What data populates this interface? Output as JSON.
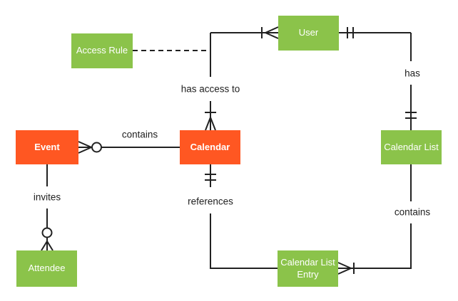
{
  "colors": {
    "entity_orange": "#FF5722",
    "entity_green": "#8BC34A",
    "line": "#212121",
    "label_text": "#212121",
    "entity_text": "#FFFFFF",
    "background": "#FFFFFF"
  },
  "diagram": {
    "entities": {
      "access_rule": {
        "label": "Access Rule",
        "type": "green"
      },
      "user": {
        "label": "User",
        "type": "green"
      },
      "event": {
        "label": "Event",
        "type": "orange"
      },
      "calendar": {
        "label": "Calendar",
        "type": "orange"
      },
      "calendar_list": {
        "label": "Calendar List",
        "type": "green"
      },
      "attendee": {
        "label": "Attendee",
        "type": "green"
      },
      "calendar_list_entry": {
        "label": "Calendar List Entry",
        "type": "green"
      }
    },
    "relationships": {
      "event_contains_calendar": {
        "label": "contains",
        "from": "Event",
        "to": "Calendar",
        "from_cardinality": "zero-or-many",
        "to_cardinality": "none",
        "style": "solid"
      },
      "calendar_has_access_to_user": {
        "label": "has access to",
        "from": "Calendar",
        "to": "User",
        "from_cardinality": "one-or-many",
        "to_cardinality": "one-or-many",
        "style": "solid"
      },
      "access_rule_association": {
        "label": "",
        "from": "Access Rule",
        "to": "has-access-to link",
        "from_cardinality": "none",
        "to_cardinality": "none",
        "style": "dashed"
      },
      "user_has_calendar_list": {
        "label": "has",
        "from": "User",
        "to": "Calendar List",
        "from_cardinality": "one-and-only-one",
        "to_cardinality": "one-and-only-one",
        "style": "solid"
      },
      "calendar_list_contains_entry": {
        "label": "contains",
        "from": "Calendar List",
        "to": "Calendar List Entry",
        "from_cardinality": "none",
        "to_cardinality": "one-or-many",
        "style": "solid"
      },
      "calendar_references_entry": {
        "label": "references",
        "from": "Calendar",
        "to": "Calendar List Entry",
        "from_cardinality": "one-and-only-one",
        "to_cardinality": "none",
        "style": "solid"
      },
      "event_invites_attendee": {
        "label": "invites",
        "from": "Event",
        "to": "Attendee",
        "from_cardinality": "none",
        "to_cardinality": "zero-or-many",
        "style": "solid"
      }
    }
  }
}
